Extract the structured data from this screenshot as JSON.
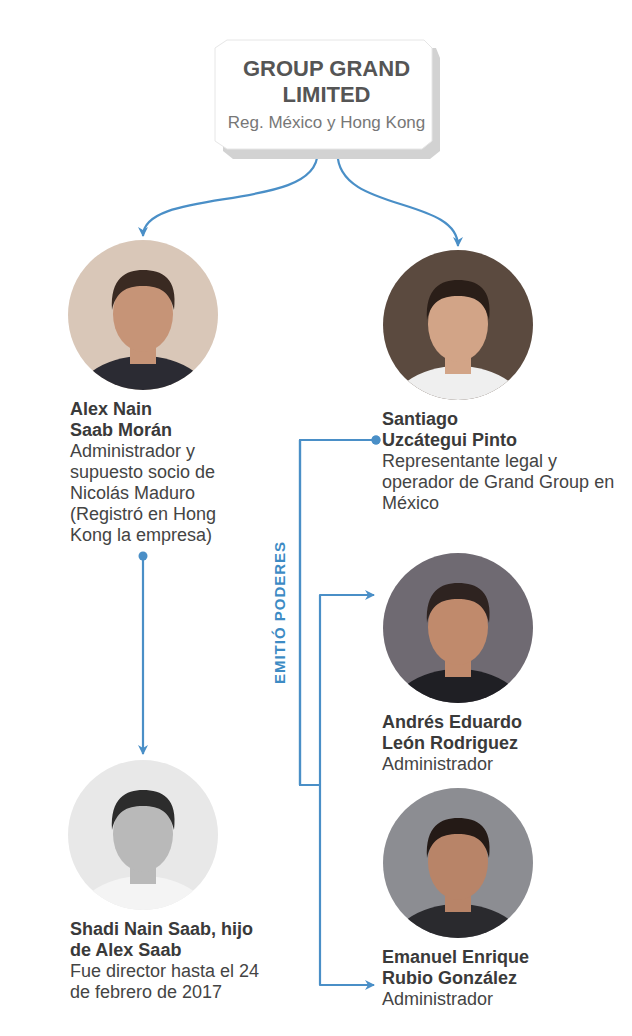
{
  "diagram": {
    "nodes": [
      {
        "text": [
          "GROUP GRAND LIMITED",
          "Reg. México y Hong Kong"
        ]
      },
      {
        "text": [
          "Alex Nain Saab Morán",
          "Administrador y supuesto socio de Nicolás Maduro (Registró en Hong Kong la empresa)"
        ]
      },
      {
        "text": [
          "Santiago Uzcátegui Pinto",
          "Representante legal y operador de Grand Group en México"
        ]
      },
      {
        "text": [
          "Andrés Eduardo León Rodriguez",
          "Administrador"
        ]
      },
      {
        "text": [
          "Emanuel Enrique Rubio González",
          "Administrador"
        ]
      },
      {
        "text": [
          "Shadi Nain Saab, hijo de Alex Saab",
          "Fue director hasta el 24 de febrero de 2017"
        ]
      }
    ],
    "edges": [
      {
        "from": 0,
        "to": 1,
        "arrow": "to"
      },
      {
        "from": 0,
        "to": 2,
        "arrow": "to"
      },
      {
        "from": 1,
        "to": 5,
        "arrow": "to"
      },
      {
        "from": 2,
        "to": 3,
        "arrow": "to",
        "label": "EMITIÓ PODERES"
      },
      {
        "from": 2,
        "to": 4,
        "arrow": "to"
      }
    ]
  }
}
